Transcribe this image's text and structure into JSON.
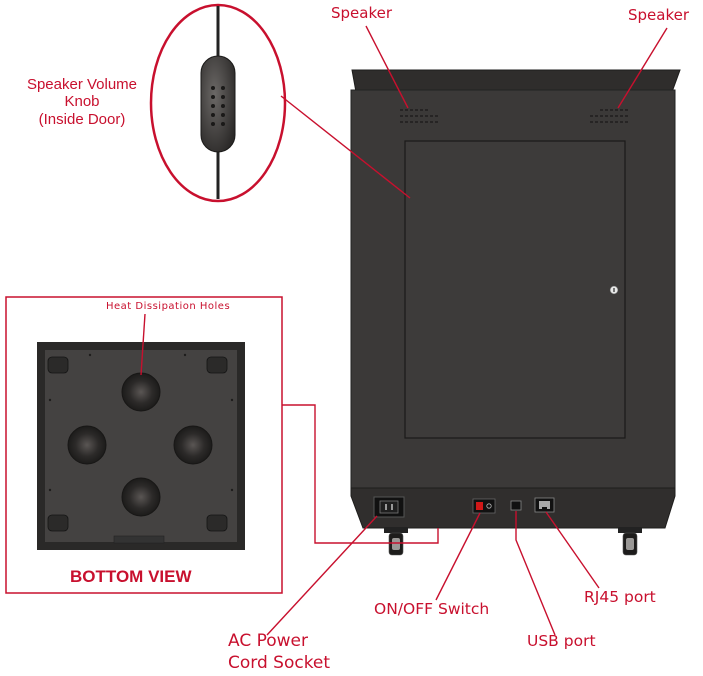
{
  "labels": {
    "speaker_left": "Speaker",
    "speaker_right": "Speaker",
    "volume_knob_line1": "Speaker Volume",
    "volume_knob_line2": "Knob",
    "volume_knob_line3": "(Inside Door)",
    "heat_holes": "Heat  Dissipation  Holes",
    "bottom_view": "BOTTOM VIEW",
    "on_off_switch": "ON/OFF Switch",
    "rj45_port": "RJ45 port",
    "usb_port": "USB port",
    "ac_line1": "AC Power",
    "ac_line2": "Cord Socket"
  },
  "colors": {
    "annotation": "#c8102e",
    "cabinet": "#3a3837",
    "cabinet_dark": "#2a2828"
  }
}
